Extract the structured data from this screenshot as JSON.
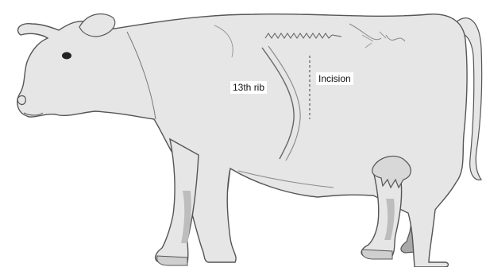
{
  "labels": {
    "rib": "13th rib",
    "incision": "Incision"
  },
  "colors": {
    "body_fill": "#e6e6e6",
    "leg_shade": "#a9a9a9",
    "outline": "#555555",
    "incision_line": "#666666"
  },
  "icons": [
    "cow-illustration",
    "eye-icon",
    "udder-icon"
  ]
}
